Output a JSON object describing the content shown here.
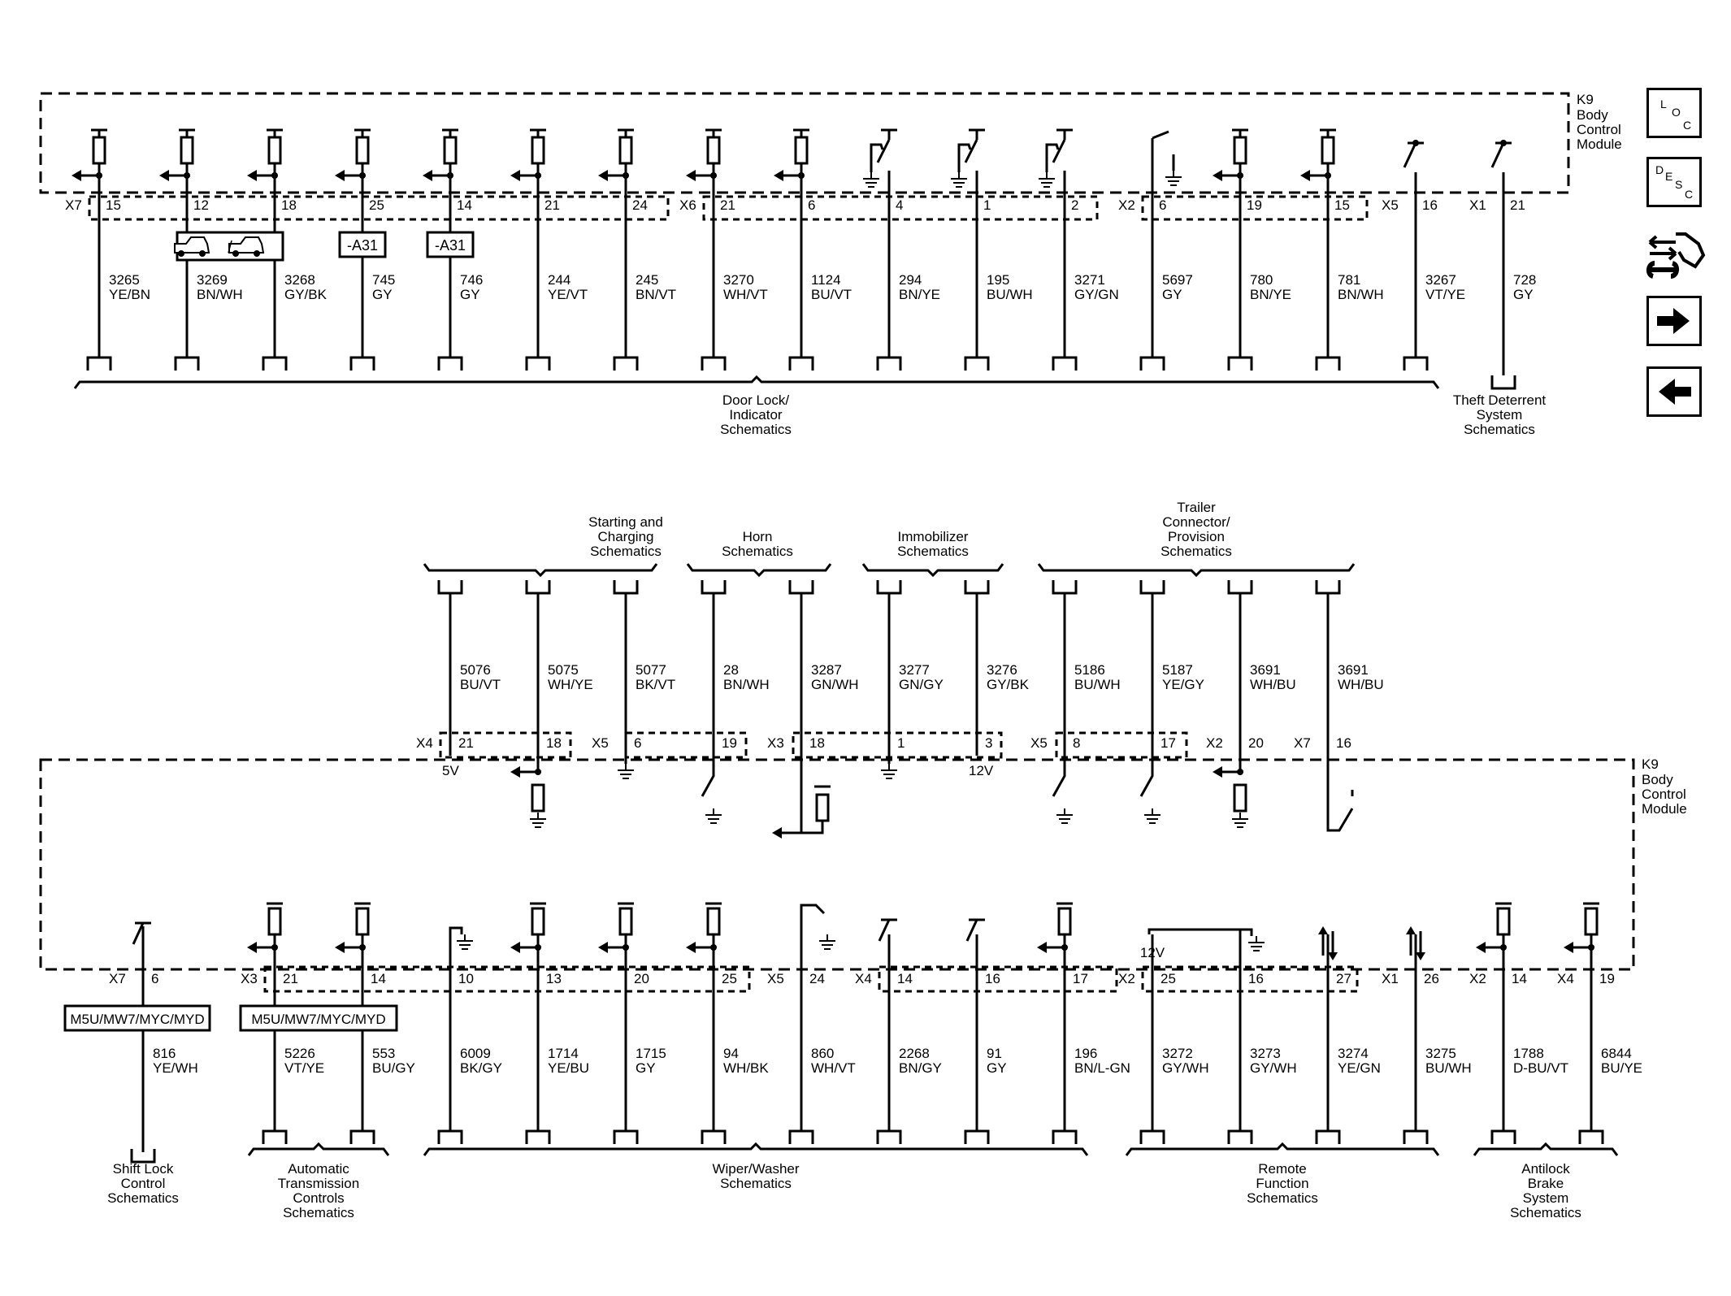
{
  "module": {
    "name": "K9",
    "description": [
      "Body",
      "Control",
      "Module"
    ]
  },
  "nav": {
    "loc_letters": [
      "L",
      "O",
      "C"
    ],
    "desc_letters": [
      "D",
      "E",
      "S",
      "C"
    ],
    "icons": {
      "home": "vehicle-wrench-icon",
      "next": "arrow-right-icon",
      "prev": "arrow-left-icon"
    }
  },
  "top_row": {
    "wires": [
      {
        "connector": "X7",
        "pin": "15",
        "circuit": "3265",
        "color": "YE/BN",
        "element": "pullup"
      },
      {
        "connector": "",
        "pin": "12",
        "circuit": "3269",
        "color": "BN/WH",
        "element": "pullup"
      },
      {
        "connector": "",
        "pin": "18",
        "circuit": "3268",
        "color": "GY/BK",
        "element": "pullup"
      },
      {
        "connector": "",
        "pin": "25",
        "circuit": "745",
        "color": "GY",
        "element": "pullup"
      },
      {
        "connector": "",
        "pin": "14",
        "circuit": "746",
        "color": "GY",
        "element": "pullup"
      },
      {
        "connector": "",
        "pin": "21",
        "circuit": "244",
        "color": "YE/VT",
        "element": "pullup"
      },
      {
        "connector": "",
        "pin": "24",
        "circuit": "245",
        "color": "BN/VT",
        "element": "pullup"
      },
      {
        "connector": "X6",
        "pin": "21",
        "circuit": "3270",
        "color": "WH/VT",
        "element": "pullup"
      },
      {
        "connector": "",
        "pin": "6",
        "circuit": "1124",
        "color": "BU/VT",
        "element": "pullup"
      },
      {
        "connector": "",
        "pin": "4",
        "circuit": "294",
        "color": "BN/YE",
        "element": "switch"
      },
      {
        "connector": "",
        "pin": "1",
        "circuit": "195",
        "color": "BU/WH",
        "element": "switch"
      },
      {
        "connector": "",
        "pin": "2",
        "circuit": "3271",
        "color": "GY/GN",
        "element": "switch"
      },
      {
        "connector": "X2",
        "pin": "6",
        "circuit": "5697",
        "color": "GY",
        "element": "lowside"
      },
      {
        "connector": "",
        "pin": "19",
        "circuit": "780",
        "color": "BN/YE",
        "element": "pullup"
      },
      {
        "connector": "",
        "pin": "15",
        "circuit": "781",
        "color": "BN/WH",
        "element": "pullup"
      },
      {
        "connector": "X5",
        "pin": "16",
        "circuit": "3267",
        "color": "VT/YE",
        "element": "open"
      },
      {
        "connector": "X1",
        "pin": "21",
        "circuit": "728",
        "color": "GY",
        "element": "open"
      }
    ],
    "option_boxes": [
      {
        "label": "-A31"
      },
      {
        "label": "-A31"
      }
    ],
    "vehicle_icons": "pickup-truck-icon",
    "groups": [
      {
        "label": [
          "Door Lock/",
          "Indicator",
          "Schematics"
        ]
      },
      {
        "label": [
          "Theft Deterrent",
          "System",
          "Schematics"
        ]
      }
    ]
  },
  "middle_row": {
    "groups": [
      {
        "label": [
          "Starting and",
          "Charging",
          "Schematics"
        ]
      },
      {
        "label": [
          "Horn",
          "Schematics"
        ]
      },
      {
        "label": [
          "Immobilizer",
          "Schematics"
        ]
      },
      {
        "label": [
          "Trailer",
          "Connector/",
          "Provision",
          "Schematics"
        ]
      }
    ],
    "wires": [
      {
        "connector": "X4",
        "pin": "21",
        "circuit": "5076",
        "color": "BU/VT",
        "voltage": "5V"
      },
      {
        "connector": "",
        "pin": "18",
        "circuit": "5075",
        "color": "WH/YE"
      },
      {
        "connector": "X5",
        "pin": "6",
        "circuit": "5077",
        "color": "BK/VT"
      },
      {
        "connector": "",
        "pin": "19",
        "circuit": "28",
        "color": "BN/WH"
      },
      {
        "connector": "X3",
        "pin": "18",
        "circuit": "3287",
        "color": "GN/WH"
      },
      {
        "connector": "",
        "pin": "1",
        "circuit": "3277",
        "color": "GN/GY"
      },
      {
        "connector": "",
        "pin": "3",
        "circuit": "3276",
        "color": "GY/BK",
        "voltage": "12V"
      },
      {
        "connector": "X5",
        "pin": "8",
        "circuit": "5186",
        "color": "BU/WH"
      },
      {
        "connector": "",
        "pin": "17",
        "circuit": "5187",
        "color": "YE/GY"
      },
      {
        "connector": "X2",
        "pin": "20",
        "circuit": "3691",
        "color": "WH/BU"
      },
      {
        "connector": "X7",
        "pin": "16",
        "circuit": "3691",
        "color": "WH/BU"
      }
    ]
  },
  "bottom_row": {
    "voltage_label": "12V",
    "wires": [
      {
        "connector": "X7",
        "pin": "6",
        "circuit": "816",
        "color": "YE/WH"
      },
      {
        "connector": "X3",
        "pin": "21",
        "circuit": "5226",
        "color": "VT/YE"
      },
      {
        "connector": "",
        "pin": "14",
        "circuit": "553",
        "color": "BU/GY"
      },
      {
        "connector": "",
        "pin": "10",
        "circuit": "6009",
        "color": "BK/GY"
      },
      {
        "connector": "",
        "pin": "13",
        "circuit": "1714",
        "color": "YE/BU"
      },
      {
        "connector": "",
        "pin": "20",
        "circuit": "1715",
        "color": "GY"
      },
      {
        "connector": "",
        "pin": "25",
        "circuit": "94",
        "color": "WH/BK"
      },
      {
        "connector": "X5",
        "pin": "24",
        "circuit": "860",
        "color": "WH/VT"
      },
      {
        "connector": "X4",
        "pin": "14",
        "circuit": "2268",
        "color": "BN/GY"
      },
      {
        "connector": "",
        "pin": "16",
        "circuit": "91",
        "color": "GY"
      },
      {
        "connector": "",
        "pin": "17",
        "circuit": "196",
        "color": "BN/L-GN"
      },
      {
        "connector": "X2",
        "pin": "25",
        "circuit": "3272",
        "color": "GY/WH"
      },
      {
        "connector": "",
        "pin": "16",
        "circuit": "3273",
        "color": "GY/WH"
      },
      {
        "connector": "",
        "pin": "27",
        "circuit": "3274",
        "color": "YE/GN"
      },
      {
        "connector": "X1",
        "pin": "26",
        "circuit": "3275",
        "color": "BU/WH"
      },
      {
        "connector": "X2",
        "pin": "14",
        "circuit": "1788",
        "color": "D-BU/VT"
      },
      {
        "connector": "X4",
        "pin": "19",
        "circuit": "6844",
        "color": "BU/YE"
      }
    ],
    "option_boxes": [
      {
        "label": "M5U/MW7/MYC/MYD"
      },
      {
        "label": "M5U/MW7/MYC/MYD"
      }
    ],
    "groups": [
      {
        "label": [
          "Shift Lock",
          "Control",
          "Schematics"
        ]
      },
      {
        "label": [
          "Automatic",
          "Transmission",
          "Controls",
          "Schematics"
        ]
      },
      {
        "label": [
          "Wiper/Washer",
          "Schematics"
        ]
      },
      {
        "label": [
          "Remote",
          "Function",
          "Schematics"
        ]
      },
      {
        "label": [
          "Antilock",
          "Brake",
          "System",
          "Schematics"
        ]
      }
    ]
  }
}
